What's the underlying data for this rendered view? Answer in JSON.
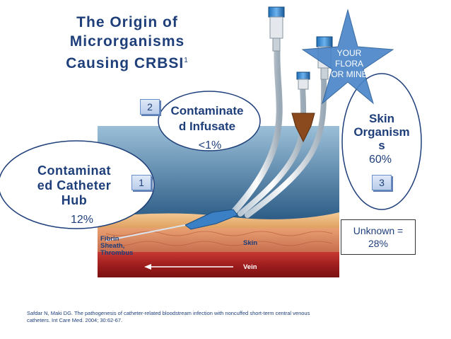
{
  "title": {
    "line1": "The Origin of",
    "line2": "Microrganisms",
    "line3": "Causing CRBSI",
    "sup": "1"
  },
  "bubbles": {
    "catheter_hub": {
      "number": "1",
      "label_line1": "Contaminat",
      "label_line2": "ed Catheter",
      "label_line3": "Hub",
      "percent": "12%"
    },
    "infusate": {
      "number": "2",
      "label_line1": "Contaminate",
      "label_line2": "d Infusate",
      "percent": "<1%"
    },
    "skin": {
      "number": "3",
      "label_line1": "Skin",
      "label_line2": "Organism",
      "label_line3": "s",
      "percent": "60%"
    }
  },
  "star": {
    "line1": "YOUR",
    "line2": "FLORA",
    "line3": "OR MINE"
  },
  "unknown": {
    "line1": "Unknown =",
    "line2": "28%"
  },
  "labels": {
    "fibrin_line1": "Fibrin",
    "fibrin_line2": "Sheath,",
    "fibrin_line3": "Thrombus",
    "skin": "Skin",
    "vein": "Vein"
  },
  "citation": {
    "line1": "Safdar N, Maki DG. The pathogenesis of catheter-related bloodstream infection with noncuffed short-term central venous",
    "line2": "catheters. Int Care Med. 2004; 30:62-67."
  },
  "colors": {
    "title": "#1f3f7a",
    "star": "#4a86c8",
    "skin_tone": "#e8b07a",
    "vein": "#b22a2a",
    "tissue": "#2a5d8a"
  }
}
